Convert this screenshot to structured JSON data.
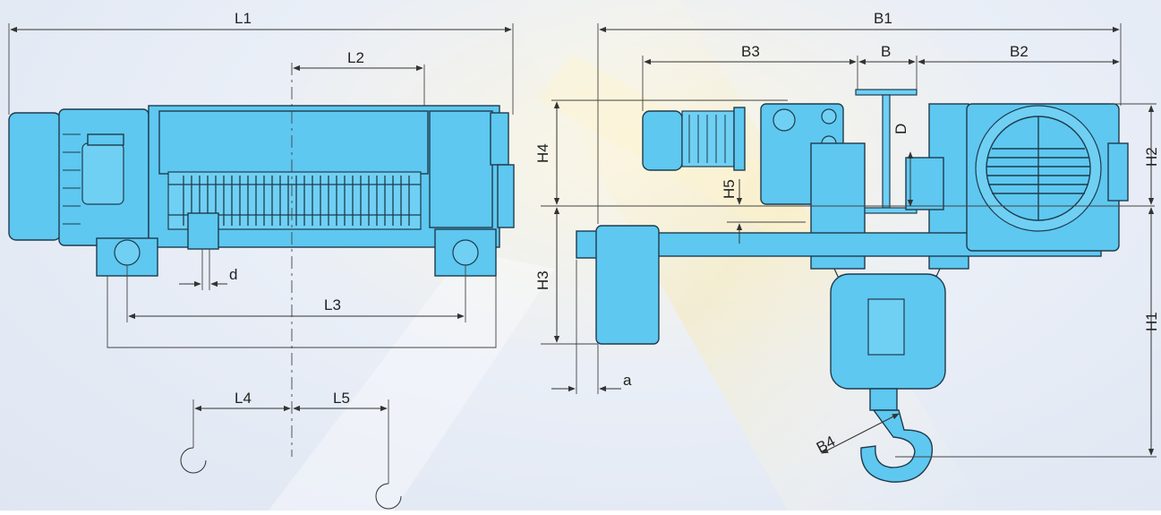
{
  "dimensions": {
    "L1": "L1",
    "L2": "L2",
    "L3": "L3",
    "L4": "L4",
    "L5": "L5",
    "d": "d",
    "B1": "B1",
    "B3": "B3",
    "B": "B",
    "B2": "B2",
    "H4": "H4",
    "H5": "H5",
    "H3": "H3",
    "H2": "H2",
    "H1": "H1",
    "D": "D",
    "a": "a",
    "B4": "B4"
  },
  "colors": {
    "hoist_body": "#5ec8f0",
    "outline": "#1f3b4d",
    "background": "#e9eef7"
  }
}
